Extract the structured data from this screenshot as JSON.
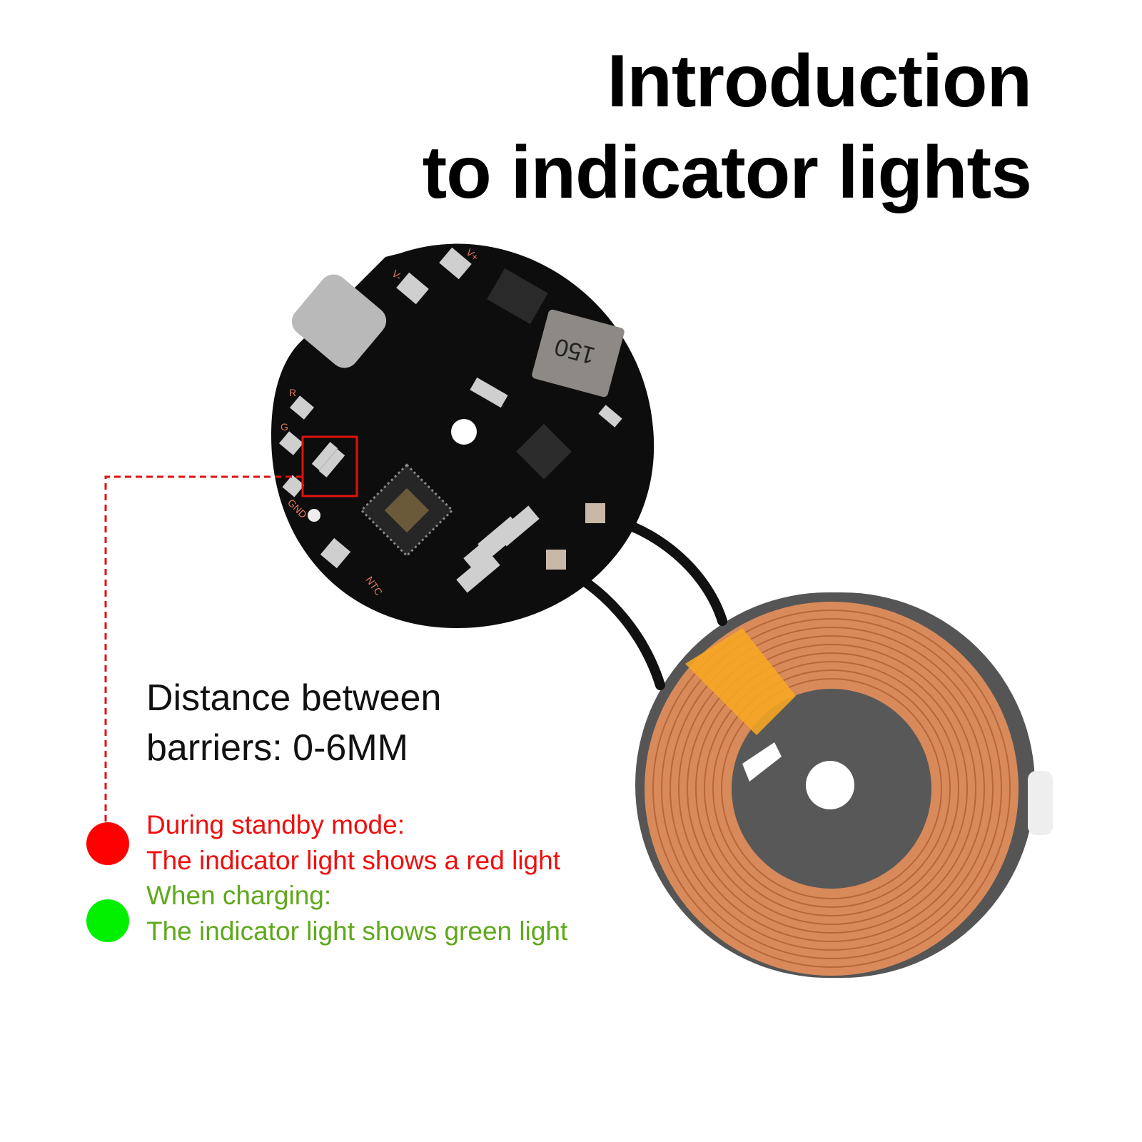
{
  "title": {
    "line1": "Introduction",
    "line2": "to indicator lights"
  },
  "distance": {
    "line1": "Distance between",
    "line2": "barriers: 0-6MM"
  },
  "indicators": [
    {
      "heading": "During standby mode:",
      "text": "The indicator light shows a red light",
      "color": "#ff0000"
    },
    {
      "heading": "When charging:",
      "text": "The indicator light shows green light",
      "color": "#00f000"
    }
  ],
  "pcb_labels": {
    "vminus": "V-",
    "vplus": "V+",
    "r": "R",
    "g": "G",
    "gnd": "GND",
    "ntc": "NTC",
    "inductor": "150"
  }
}
